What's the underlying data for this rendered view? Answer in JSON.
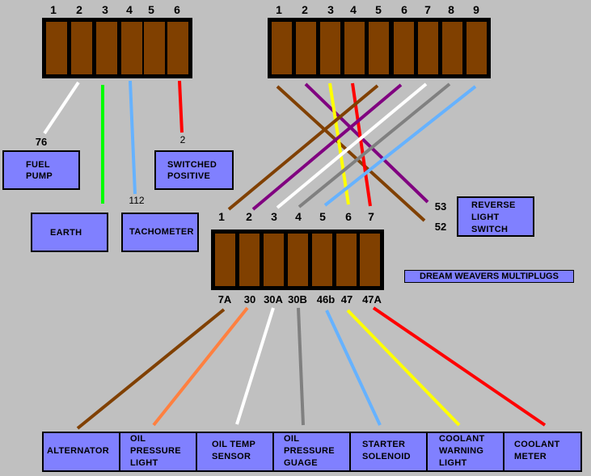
{
  "title": "DREAM WEAVERS MULTIPLUGS",
  "plug_left": {
    "pins": [
      "1",
      "2",
      "3",
      "4",
      "5",
      "6"
    ]
  },
  "plug_right": {
    "pins": [
      "1",
      "2",
      "3",
      "4",
      "5",
      "6",
      "7",
      "8",
      "9"
    ]
  },
  "plug_bottom": {
    "pins": [
      "1",
      "2",
      "3",
      "4",
      "5",
      "6",
      "7"
    ],
    "terminals": [
      "7A",
      "30",
      "30A",
      "30B",
      "46b",
      "47",
      "47A"
    ]
  },
  "terminal_labels": {
    "t76": "76",
    "t2": "2",
    "t112": "112",
    "t53": "53",
    "t52": "52"
  },
  "boxes": {
    "fuel_pump": [
      "FUEL",
      "PUMP"
    ],
    "switched_positive": [
      "SWITCHED",
      "POSITIVE"
    ],
    "earth": [
      "EARTH"
    ],
    "tachometer": [
      "TACHOMETER"
    ],
    "reverse_light_switch": [
      "REVERSE",
      "LIGHT",
      "SWITCH"
    ]
  },
  "bottom_boxes": [
    [
      "ALTERNATOR"
    ],
    [
      "OIL",
      "PRESSURE",
      "LIGHT"
    ],
    [
      "OIL TEMP",
      "SENSOR"
    ],
    [
      "OIL",
      "PRESSURE",
      "GUAGE"
    ],
    [
      "STARTER",
      "SOLENOID"
    ],
    [
      "COOLANT",
      "WARNING",
      "LIGHT"
    ],
    [
      "COOLANT",
      "METER"
    ]
  ],
  "wire_colors": {
    "white": "#ffffff",
    "green": "#00ff00",
    "light_blue": "#66b2ff",
    "red": "#ff0000",
    "brown": "#804000",
    "purple": "#800080",
    "yellow": "#ffff00",
    "grey": "#808080",
    "orange": "#ff8040",
    "box": "#8080ff",
    "pin": "#804000"
  }
}
